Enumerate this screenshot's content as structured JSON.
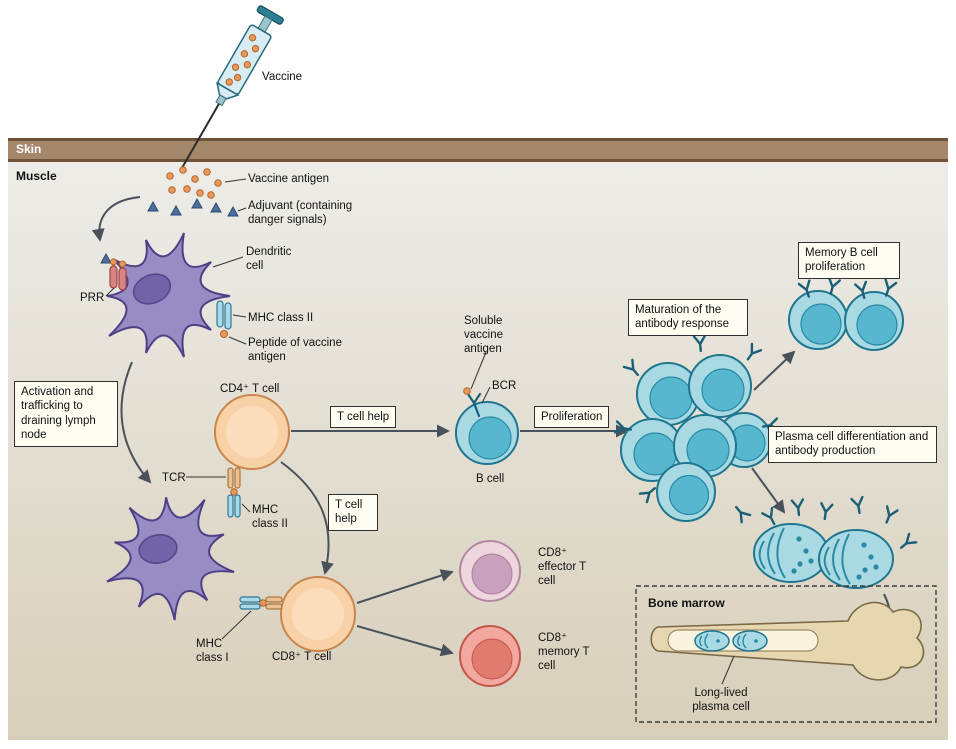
{
  "labels": {
    "vaccine": "Vaccine",
    "skin": "Skin",
    "muscle": "Muscle",
    "vaccine_antigen": "Vaccine antigen",
    "adjuvant": "Adjuvant (containing danger signals)",
    "dendritic_cell": "Dendritic cell",
    "prr": "PRR",
    "mhc_class_ii_dc1": "MHC class II",
    "peptide": "Peptide of vaccine antigen",
    "activation": "Activation and trafficking to draining lymph node",
    "cd4_t_cell": "CD4⁺ T cell",
    "tcr": "TCR",
    "mhc_class_ii_dc2": "MHC class II",
    "t_cell_help_b": "T cell help",
    "t_cell_help_cd8": "T cell help",
    "mhc_class_i": "MHC class I",
    "cd8_t_cell": "CD8⁺ T cell",
    "soluble_antigen": "Soluble vaccine antigen",
    "bcr": "BCR",
    "b_cell": "B cell",
    "proliferation": "Proliferation",
    "maturation": "Maturation of the antibody response",
    "memory_b": "Memory B cell proliferation",
    "plasma": "Plasma cell differentiation and antibody production",
    "cd8_effector": "CD8⁺ effector T cell",
    "cd8_memory": "CD8⁺ memory T cell",
    "bone_marrow": "Bone marrow",
    "long_lived": "Long-lived plasma cell"
  },
  "colors": {
    "skin_band": "#a5876b",
    "skin_band_border": "#6f5238",
    "muscle_bg_top": "#edece8",
    "muscle_bg_bottom": "#d8cfba",
    "dendritic_fill": "#978cc4",
    "dendritic_stroke": "#4f3f85",
    "t_cell_fill": "#f8d1a6",
    "t_cell_stroke": "#c9854e",
    "b_cell_fill": "#a9dae4",
    "b_cell_stroke": "#1f768e",
    "b_cell_nucleus": "#57b7cf",
    "antibody": "#1a5f78",
    "antigen_dot": "#e8985c",
    "adjuvant_triangle": "#4d6f9f",
    "prr_fill": "#d98383",
    "mhc_fill": "#abd9e8",
    "effector_fill": "#eed6de",
    "memory_t_fill": "#f2a89e",
    "bone_fill": "#e6d7b0",
    "label_box_bg": "#fffdf2",
    "arrow": "#49525a"
  }
}
